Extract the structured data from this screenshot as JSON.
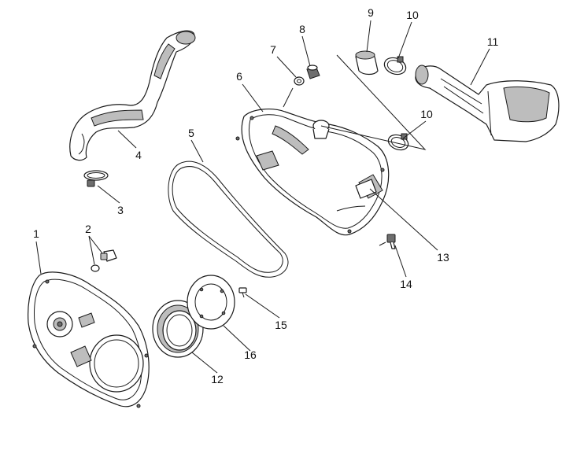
{
  "callouts": {
    "c1": "1",
    "c2": "2",
    "c3": "3",
    "c4": "4",
    "c5": "5",
    "c6": "6",
    "c7": "7",
    "c8": "8",
    "c9": "9",
    "c10a": "10",
    "c10b": "10",
    "c11": "11",
    "c12": "12",
    "c13": "13",
    "c14": "14",
    "c15": "15",
    "c16": "16"
  }
}
